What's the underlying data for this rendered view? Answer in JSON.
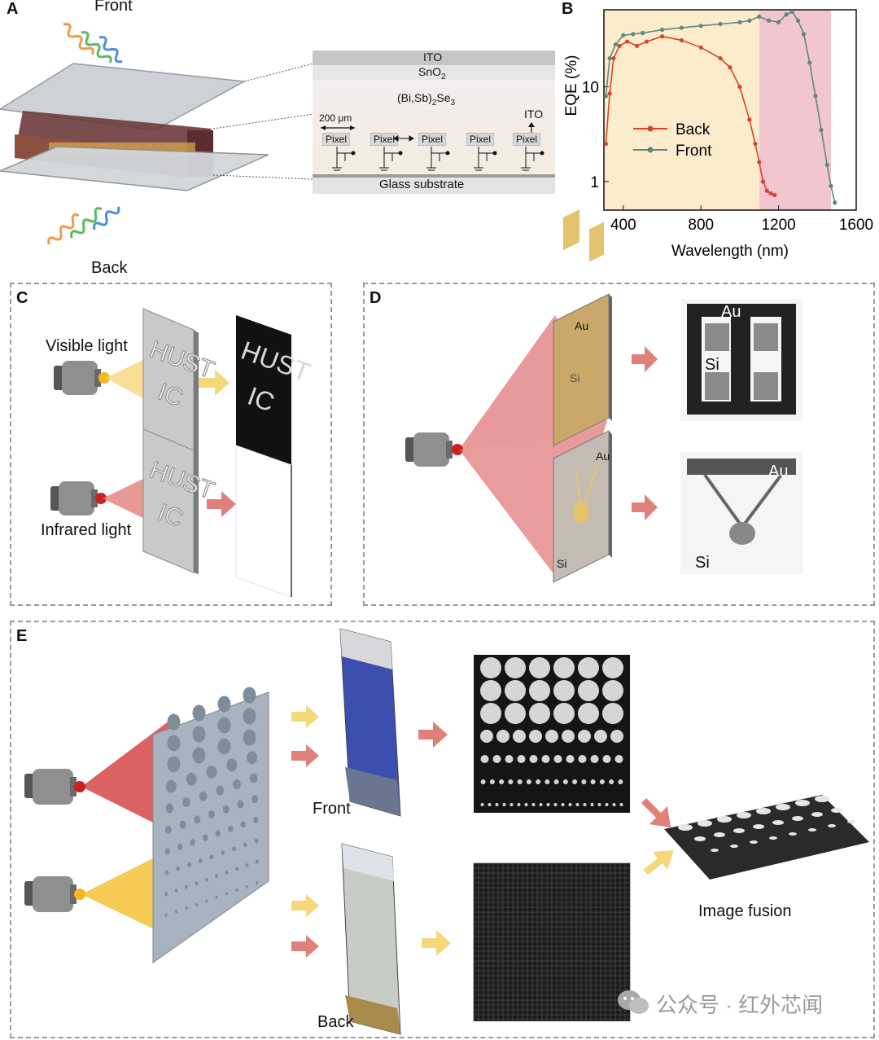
{
  "panels": {
    "a": "A",
    "b": "B",
    "c": "C",
    "d": "D",
    "e": "E"
  },
  "panel_a": {
    "front": "Front",
    "back": "Back",
    "stack": {
      "ito_top": "ITO",
      "sno2": "SnO",
      "sno2_sub": "2",
      "absorber_a": "(Bi,Sb)",
      "absorber_sub1": "2",
      "absorber_b": "Se",
      "absorber_sub2": "3",
      "scale": "200 μm",
      "ito_arrow": "ITO",
      "pixel": "Pixel",
      "glass": "Glass substrate"
    }
  },
  "panel_b": {
    "chart_data": {
      "type": "line",
      "xlabel": "Wavelength (nm)",
      "ylabel": "EQE (%)",
      "x_ticks": [
        "400",
        "800",
        "1200",
        "1600"
      ],
      "y_ticks": [
        "1",
        "10"
      ],
      "xlim": [
        300,
        1600
      ],
      "ylim": [
        0.5,
        65
      ],
      "scale_y": "log",
      "shaded_regions": [
        {
          "from": 300,
          "to": 1100,
          "color": "#fbeccb"
        },
        {
          "from": 1100,
          "to": 1470,
          "color": "#f2c6cf"
        }
      ],
      "legend_position": "center-left",
      "series": [
        {
          "name": "Back",
          "color": "#d9432c",
          "x": [
            310,
            330,
            350,
            380,
            420,
            470,
            520,
            600,
            700,
            800,
            900,
            950,
            1000,
            1050,
            1080,
            1100,
            1120,
            1140,
            1160,
            1180
          ],
          "y": [
            2.5,
            8.5,
            20,
            27,
            30,
            27,
            30,
            34,
            31,
            26,
            20,
            16,
            10,
            4.5,
            2.5,
            1.6,
            1.0,
            0.8,
            0.75,
            0.72
          ]
        },
        {
          "name": "Front",
          "color": "#5f8781",
          "x": [
            310,
            330,
            360,
            400,
            450,
            500,
            600,
            700,
            800,
            900,
            1000,
            1050,
            1100,
            1150,
            1200,
            1240,
            1270,
            1300,
            1330,
            1360,
            1390,
            1420,
            1450,
            1470,
            1490
          ],
          "y": [
            8,
            20,
            28,
            35,
            36,
            37,
            40,
            42,
            44,
            46,
            48,
            50,
            55,
            50,
            48,
            58,
            62,
            50,
            36,
            18,
            8,
            3.5,
            1.5,
            0.9,
            0.6
          ]
        }
      ]
    }
  },
  "panel_c": {
    "visible": "Visible light",
    "infrared": "Infrared light",
    "sign_line1": "HUST",
    "sign_line2": "IC"
  },
  "panel_d": {
    "au": "Au",
    "si": "Si"
  },
  "panel_e": {
    "front": "Front",
    "back": "Back",
    "fusion": "Image fusion"
  },
  "watermark": "公众号 · 红外芯闻",
  "colors": {
    "ir_red": "#cc1f1f",
    "visible_yellow": "#f2b81c",
    "arrow_yellow": "#f6d77a",
    "arrow_red": "#e0807a",
    "dash_gray": "#9a9a9a"
  }
}
